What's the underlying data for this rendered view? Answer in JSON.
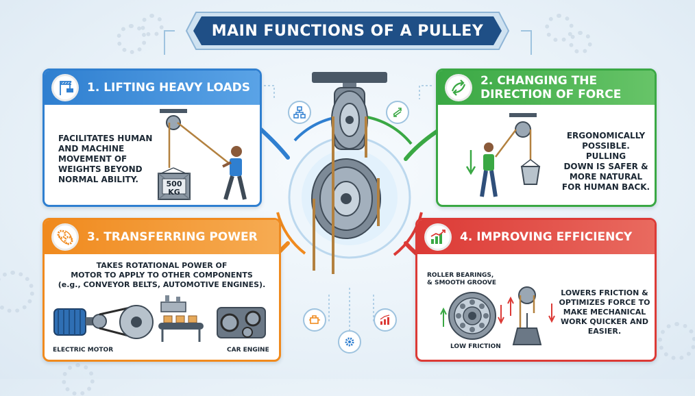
{
  "title": "MAIN FUNCTIONS OF A PULLEY",
  "panels": {
    "lifting": {
      "heading": "1. LIFTING HEAVY LOADS",
      "body": [
        "FACILITATES HUMAN",
        "AND MACHINE",
        "MOVEMENT OF",
        "WEIGHTS BEYOND",
        "NORMAL ABILITY."
      ],
      "crate_label": [
        "500",
        "KG"
      ],
      "color": "#2f7fd0",
      "icon": "crane-icon"
    },
    "direction": {
      "heading": [
        "2. CHANGING THE",
        "DIRECTION OF FORCE"
      ],
      "body": [
        "ERGONOMICALLY",
        "POSSIBLE. PULLING",
        "DOWN IS SAFER &",
        "MORE NATURAL",
        "FOR HUMAN BACK."
      ],
      "color": "#3aa844",
      "icon": "direction-arrows-icon"
    },
    "power": {
      "heading": "3. TRANSFERRING POWER",
      "body": [
        "TAKES ROTATIONAL POWER OF",
        "MOTOR TO APPLY TO OTHER COMPONENTS",
        "(e.g., CONVEYOR BELTS, AUTOMOTIVE ENGINES)."
      ],
      "labels": {
        "motor": "ELECTRIC MOTOR",
        "engine": "CAR ENGINE"
      },
      "color": "#f08a1e",
      "icon": "gears-belt-icon"
    },
    "efficiency": {
      "heading": "4. IMPROVING EFFICIENCY",
      "body": [
        "LOWERS FRICTION &",
        "OPTIMIZES FORCE TO",
        "MAKE MECHANICAL",
        "WORK QUICKER AND",
        "EASIER."
      ],
      "labels": {
        "bearings": [
          "ROLLER BEARINGS,",
          "& SMOOTH GROOVE"
        ],
        "friction": "LOW FRICTION"
      },
      "color": "#dc3a36",
      "icon": "growth-chart-icon"
    }
  },
  "connector_icons": [
    "hierarchy-icon",
    "swap-arrows-icon",
    "engine-icon",
    "chart-icon",
    "gear-icon"
  ]
}
